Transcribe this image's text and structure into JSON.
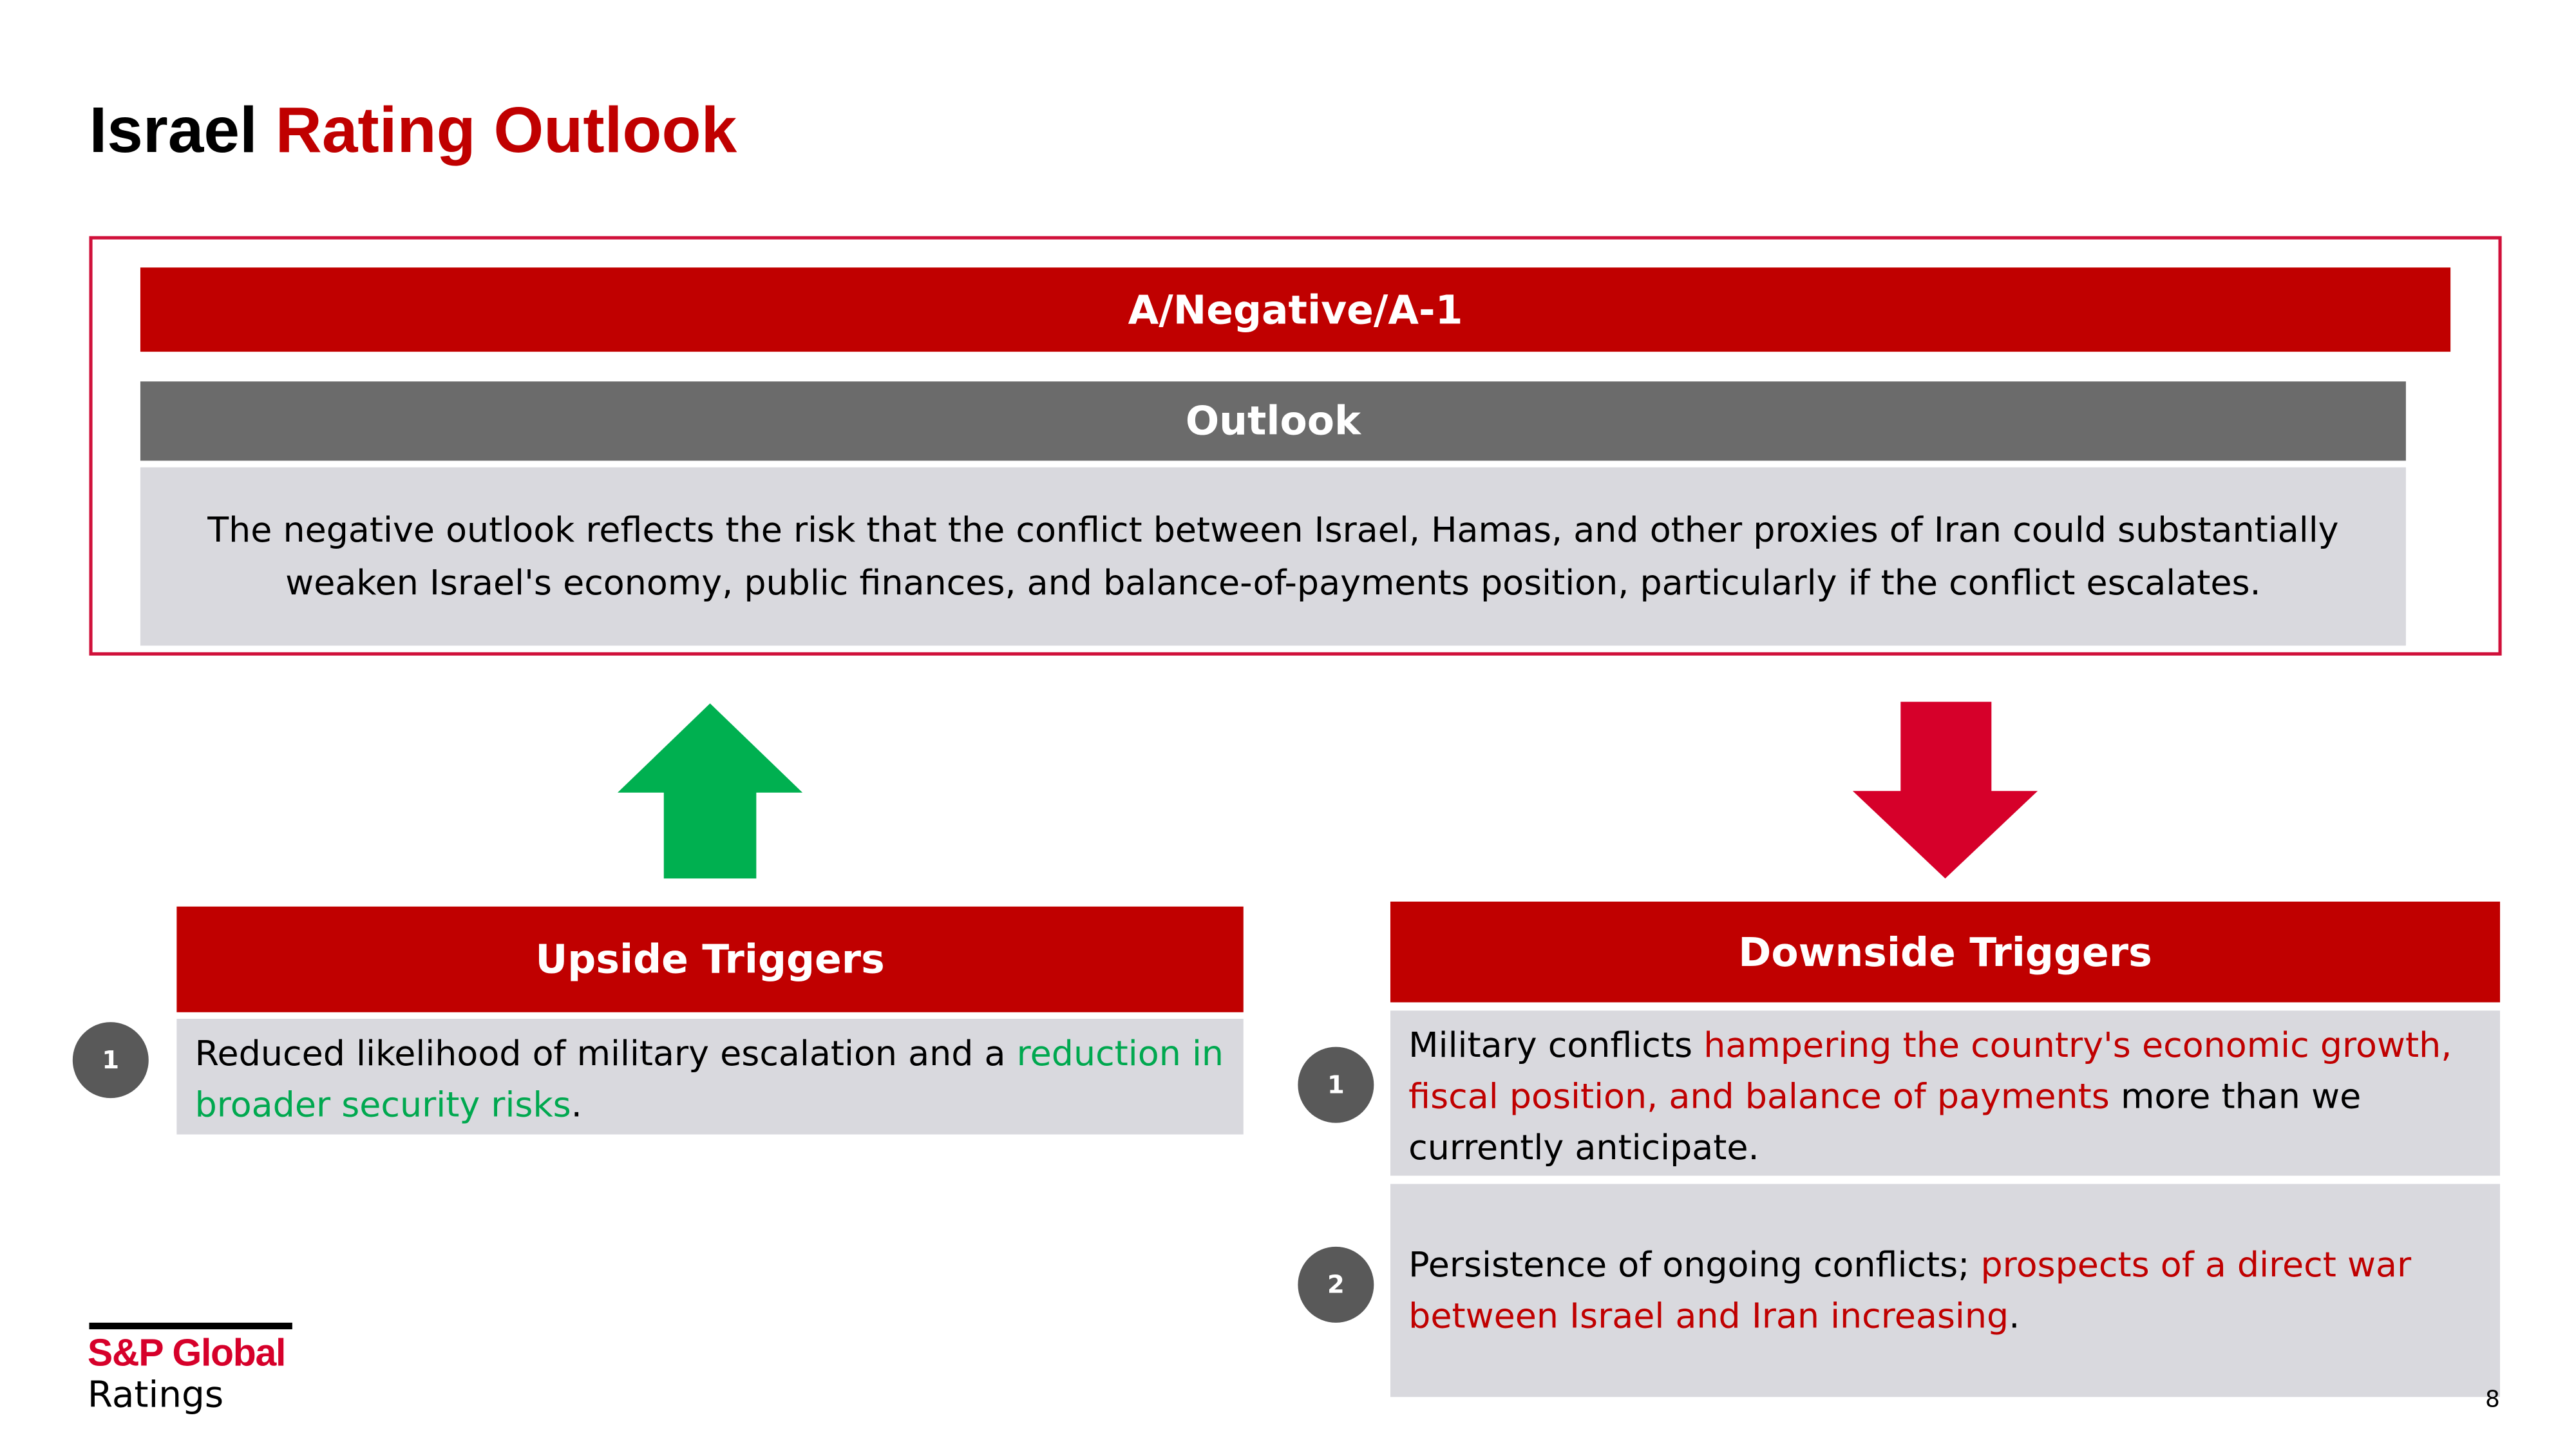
{
  "title": {
    "part1": "Israel",
    "part2": "Rating Outlook"
  },
  "rating": "A/Negative/A-1",
  "outlook": {
    "label": "Outlook",
    "text": "The negative outlook reflects the risk that the conflict between Israel, Hamas, and other proxies of Iran could substantially weaken Israel's economy, public finances, and balance-of-payments position, particularly if the conflict escalates."
  },
  "upside": {
    "label": "Upside Triggers",
    "items": [
      {
        "num": "1",
        "text_a": "Reduced likelihood of military escalation and a ",
        "highlight": "reduction in broader security risks",
        "text_b": "."
      }
    ]
  },
  "downside": {
    "label": "Downside Triggers",
    "items": [
      {
        "num": "1",
        "text_a": "Military conflicts ",
        "highlight": "hampering the country's economic growth, fiscal position, and balance of payments",
        "text_b": " more than we currently anticipate."
      },
      {
        "num": "2",
        "text_a": "Persistence of ongoing conflicts; ",
        "highlight": "prospects of a direct war between Israel and Iran increasing",
        "text_b": "."
      }
    ]
  },
  "logo": {
    "brand": "S&P Global",
    "sub": "Ratings"
  },
  "page_number": "8",
  "colors": {
    "red": "#c00000",
    "green": "#00b050",
    "arrow_red": "#d6002a",
    "gray": "#6b6b6b",
    "light": "#d9d9de"
  }
}
